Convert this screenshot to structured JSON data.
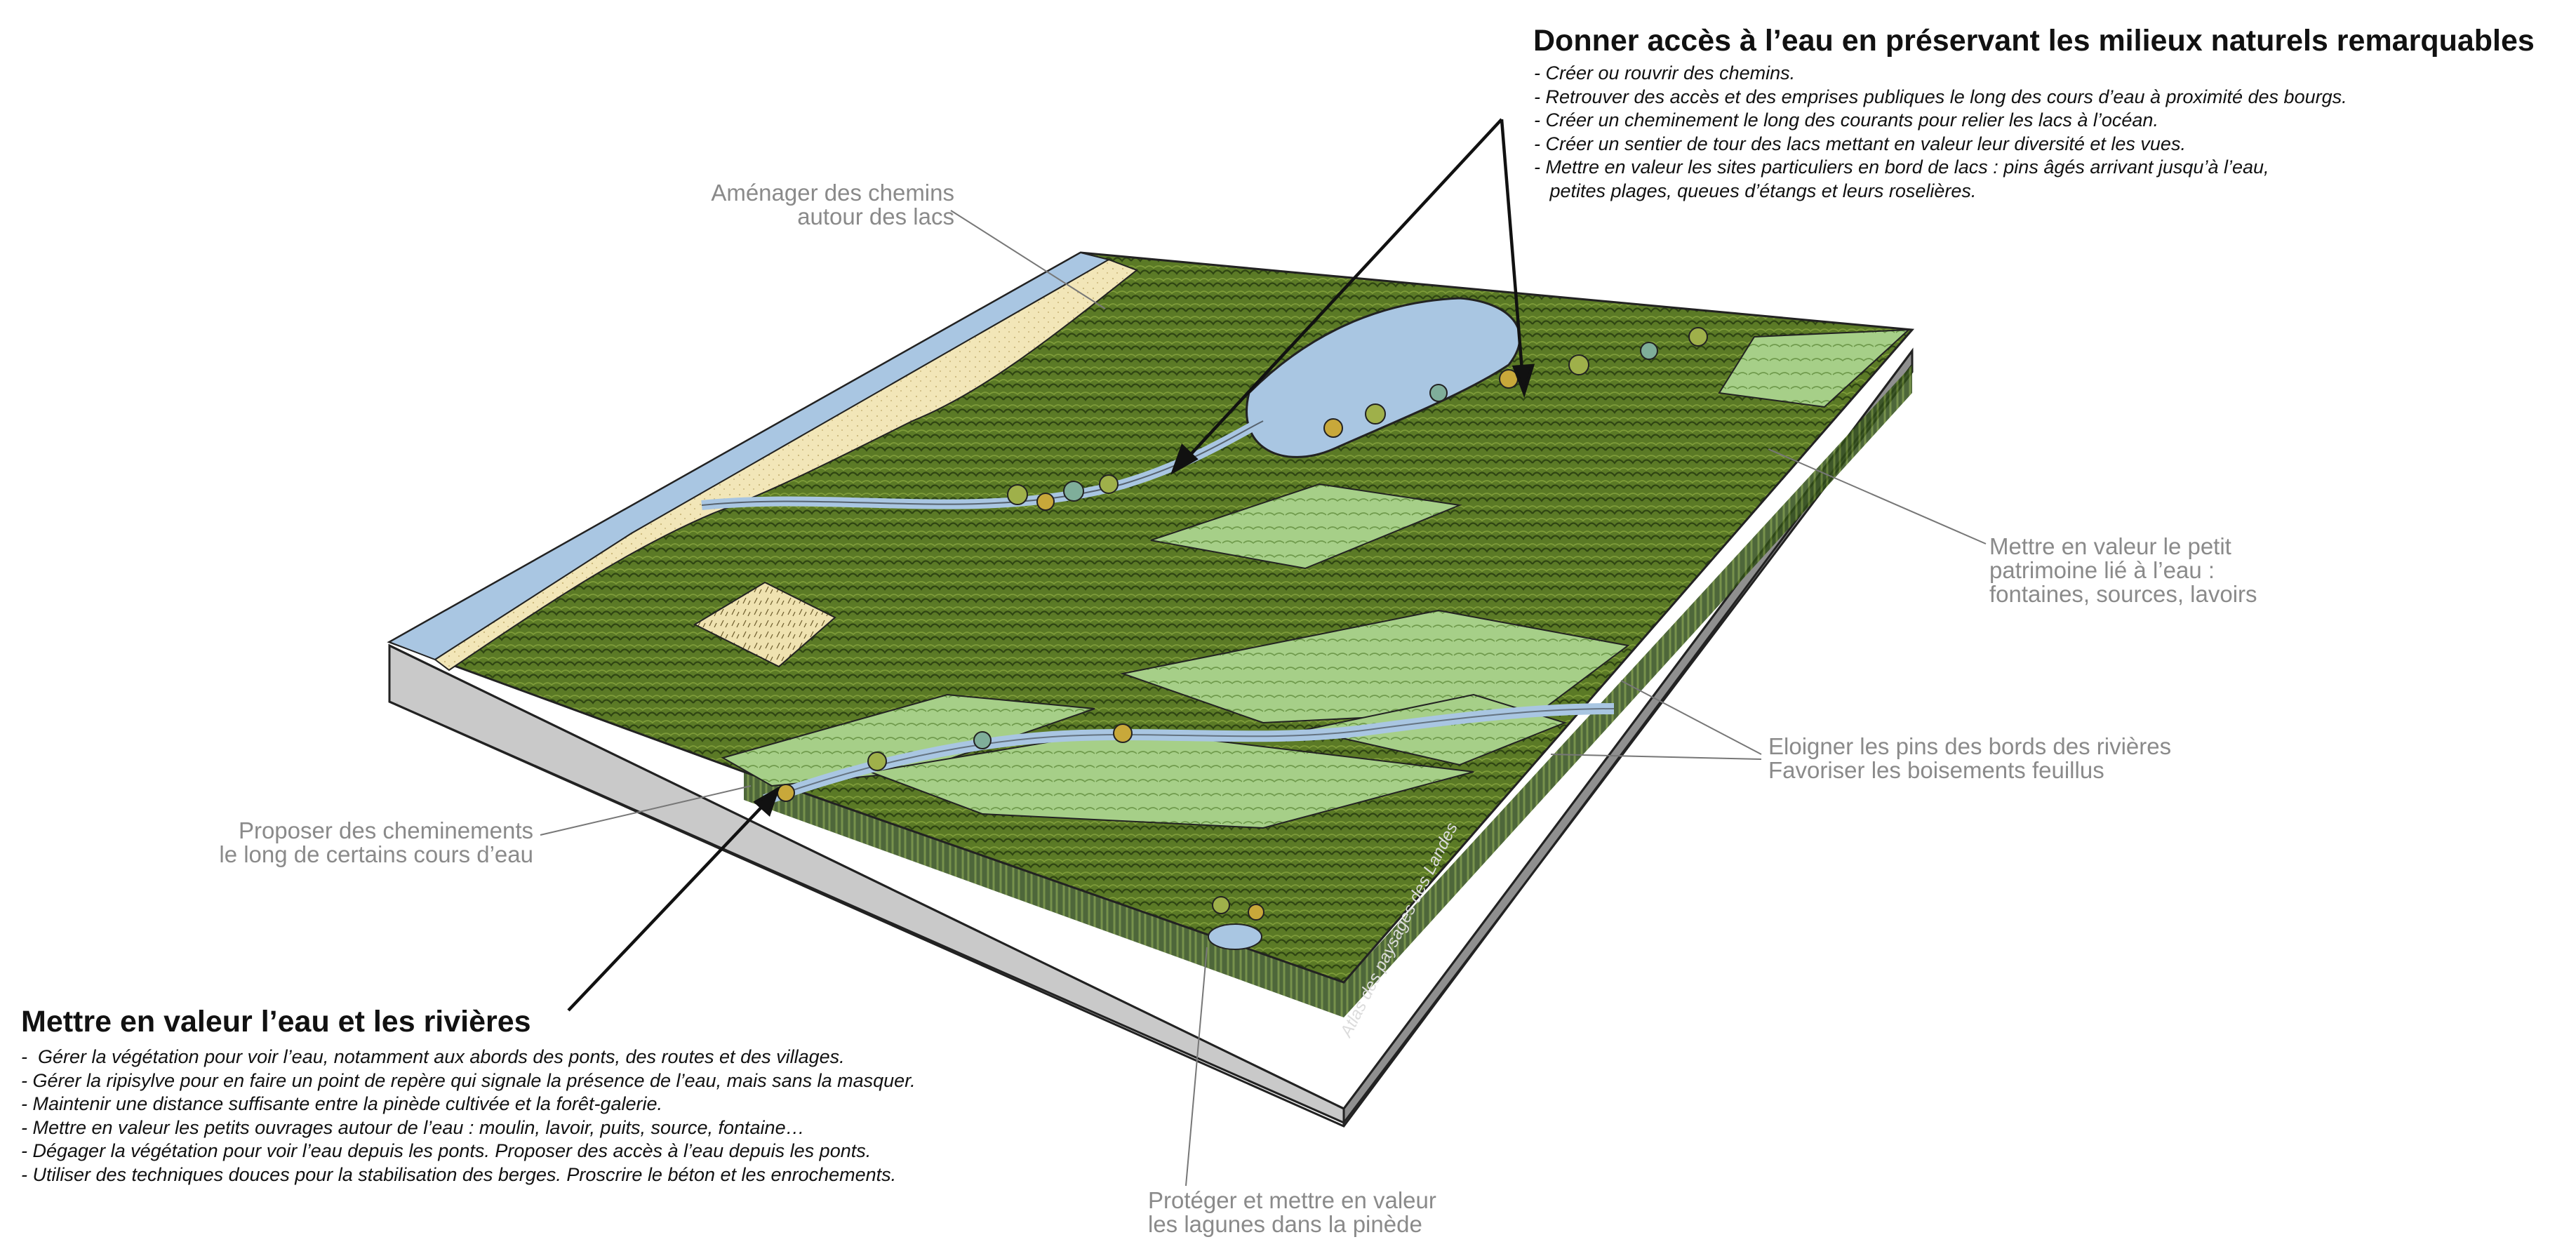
{
  "colors": {
    "water": "#a9c6e2",
    "sand": "#f0e4b4",
    "pine_dark": "#4f6b22",
    "pine_mid": "#6d8b2e",
    "meadow_light": "#a9d08a",
    "block_side": "#c8c8c8",
    "block_side_dark": "#8e8e8e",
    "callout_text": "#8a8a8a",
    "heading_text": "#111111"
  },
  "top_block": {
    "title": "Donner accès à l’eau en préservant les milieux naturels remarquables",
    "items": [
      "- Créer ou rouvrir des chemins.",
      "- Retrouver des accès et des emprises publiques le long des cours d’eau à proximité des bourgs.",
      "- Créer un cheminement le long des courants pour relier les lacs à l’océan.",
      "- Créer un sentier de tour des lacs mettant en valeur leur diversité et les vues.",
      "- Mettre en valeur les sites particuliers en bord de lacs : pins âgés arrivant jusqu’à l’eau,",
      "   petites plages, queues d’étangs et leurs roselières."
    ]
  },
  "bottom_block": {
    "title": "Mettre en valeur l’eau et les rivières",
    "items": [
      "-  Gérer la végétation pour voir l’eau, notamment aux abords des ponts, des routes et des villages.",
      "- Gérer la ripisylve pour en faire un point de repère qui signale la présence de l’eau, mais sans la masquer.",
      "- Maintenir une distance suffisante entre la pinède cultivée et la forêt-galerie.",
      "- Mettre en valeur les petits ouvrages autour de l’eau : moulin, lavoir, puits, source, fontaine…",
      "- Dégager la végétation pour voir l’eau depuis les ponts. Proposer des accès à l’eau depuis les ponts.",
      "- Utiliser des techniques douces pour la stabilisation des berges. Proscrire le béton et les enrochements."
    ]
  },
  "callouts": {
    "chemins": [
      "Aménager des chemins",
      "autour des lacs"
    ],
    "patrimoine": [
      "Mettre en valeur le petit",
      "patrimoine lié à l’eau :",
      "fontaines, sources, lavoirs"
    ],
    "pins": [
      "Eloigner les pins des bords des rivières",
      "Favoriser les boisements feuillus"
    ],
    "cheminements": [
      "Proposer des cheminements",
      "le long de certains cours d’eau"
    ],
    "lagunes": [
      "Protéger et mettre en valeur",
      "les lagunes dans la pinède"
    ]
  },
  "watermark": "Atlas des paysages des Landes"
}
